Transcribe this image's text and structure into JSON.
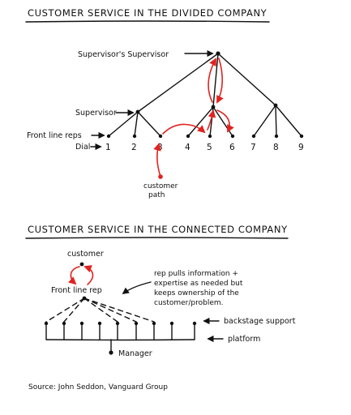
{
  "divided": {
    "title": "CUSTOMER SERVICE IN THE DIVIDED COMPANY",
    "supervisors_supervisor": "Supervisor's Supervisor",
    "supervisor": "Supervisor",
    "front_line_reps": "Front line reps",
    "dial": "Dial",
    "numbers": [
      "1",
      "2",
      "3",
      "4",
      "5",
      "6",
      "7",
      "8",
      "9"
    ],
    "customer_path": [
      "customer",
      "path"
    ]
  },
  "connected": {
    "title": "CUSTOMER SERVICE IN THE CONNECTED COMPANY",
    "customer": "customer",
    "front_line_rep": "Front line rep",
    "note": [
      "rep pulls information +",
      "expertise as needed but",
      "keeps ownership of the",
      "customer/problem."
    ],
    "backstage_support": "backstage support",
    "platform": "platform",
    "manager": "Manager"
  },
  "source": "Source: John Seddon, Vanguard Group",
  "colors": {
    "ink": "#111111",
    "accent": "#e0231f"
  }
}
